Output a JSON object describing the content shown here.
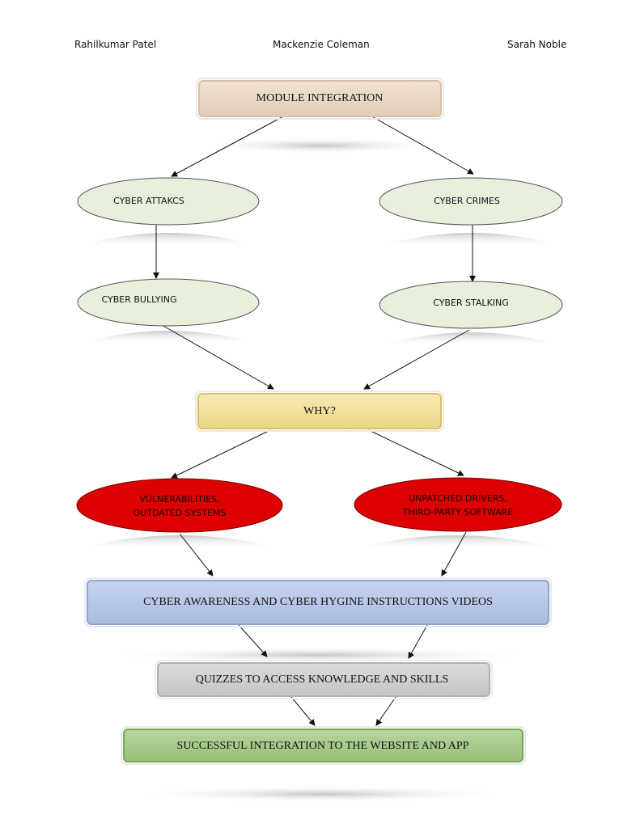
{
  "authors": [
    "Rahilkumar Patel",
    "Mackenzie Coleman",
    "Sarah Noble"
  ],
  "nodes": {
    "module_integration": "MODULE INTEGRATION",
    "cyber_attacks": "CYBER ATTAKCS",
    "cyber_crimes": "CYBER CRIMES",
    "cyber_bullying": "CYBER BULLYING",
    "cyber_stalking": "CYBER STALKING",
    "why": "WHY?",
    "vulnerabilities_1": "VULNERABILITIES,",
    "vulnerabilities_2": "OUTDATED SYSTEMS",
    "unpatched_1": "UNPATCHED DRIVERS,",
    "unpatched_2": "THIRD-PARTY SOFTWARE",
    "videos": "CYBER AWARENESS AND CYBER HYGINE INSTRUCTIONS VIDEOS",
    "quizzes": "QUIZZES TO ACCESS KNOWLEDGE AND SKILLS",
    "integration": "SUCCESSFUL INTEGRATION TO THE WEBSITE AND APP"
  },
  "colors": {
    "module_fill": "#ead8c8",
    "ellipse_green": "#e8f0dc",
    "why_fill": "#f1e09a",
    "red": "#dd0000",
    "videos_fill": "#b7c7e5",
    "quizzes_fill": "#cfcfcf",
    "integration_fill": "#a8c98a"
  }
}
